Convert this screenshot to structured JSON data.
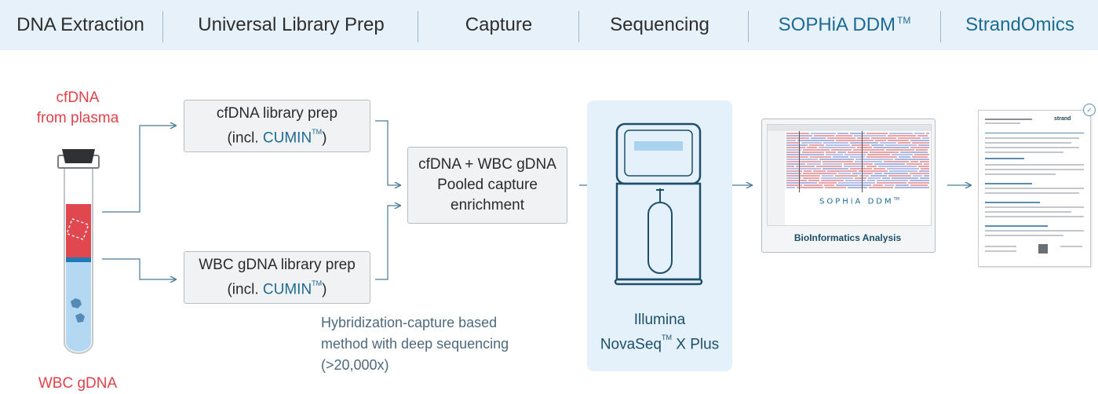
{
  "steps": {
    "dna_extraction": "DNA Extraction",
    "library_prep": "Universal Library Prep",
    "capture": "Capture",
    "sequencing": "Sequencing",
    "sophia": "SOPHiA DDM",
    "sophia_tm": "TM",
    "strandomics": "StrandOmics"
  },
  "sample": {
    "cfdna_line1": "cfDNA",
    "cfdna_line2": "from plasma",
    "wbc": "WBC gDNA"
  },
  "boxes": {
    "cfdna_prep_line1": "cfDNA library prep",
    "cfdna_prep_incl": "(incl. ",
    "cfdna_prep_cumin": "CUMIN",
    "cfdna_prep_tm": "TM",
    "cfdna_prep_close": ")",
    "wbc_prep_line1": "WBC gDNA library prep",
    "wbc_prep_incl": "(incl. ",
    "wbc_prep_cumin": "CUMIN",
    "wbc_prep_tm": "TM",
    "wbc_prep_close": ")",
    "pooled_line1": "cfDNA + WBC gDNA",
    "pooled_line2": "Pooled capture",
    "pooled_line3": "enrichment"
  },
  "method": {
    "line1": "Hybridization-capture based",
    "line2": "method with deep sequencing",
    "line3": "(>20,000x)"
  },
  "sequencer": {
    "line1": "Illumina",
    "line2a": "NovaSeq",
    "tm": "TM",
    "line2b": " X Plus"
  },
  "bioinformatics": {
    "brand": "SOPHiA DDM",
    "brand_tm": "TM",
    "caption": "BioInformatics Analysis"
  },
  "report": {
    "brand": "strand",
    "check_icon": "check-icon"
  },
  "colors": {
    "accent_blue": "#1d6b93",
    "sample_red": "#e0424a",
    "plasma_red": "#e0474f",
    "wbc_blue": "#b5d8f2",
    "topbar_bg": "#e6f1fa"
  }
}
